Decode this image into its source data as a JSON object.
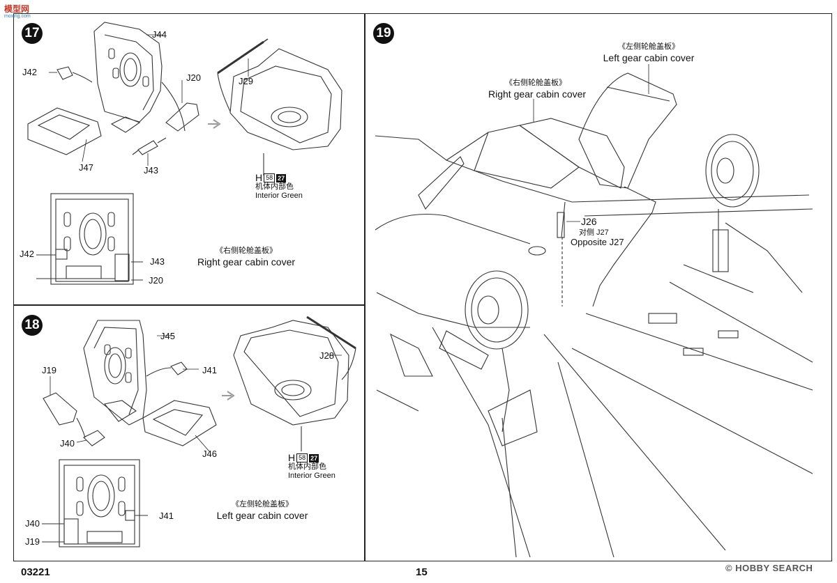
{
  "header": {
    "logo_text": "模型网",
    "logo_sub": "moxing.com"
  },
  "steps": [
    {
      "number": "17",
      "labels": {
        "j44": "J44",
        "j42": "J42",
        "j20": "J20",
        "j29": "J29",
        "j47": "J47",
        "j43": "J43",
        "j42b": "J42",
        "j43b": "J43",
        "j20b": "J20"
      },
      "paint": {
        "h": "H",
        "box": "58",
        "boxd": "27",
        "zh": "机体内部色",
        "en": "Interior Green"
      },
      "caption": {
        "zh": "《右侧轮舱盖板》",
        "en": "Right gear cabin cover"
      }
    },
    {
      "number": "18",
      "labels": {
        "j45": "J45",
        "j41": "J41",
        "j19": "J19",
        "j28": "J28",
        "j40": "J40",
        "j46": "J46",
        "j40b": "J40",
        "j19b": "J19",
        "j41b": "J41"
      },
      "paint": {
        "h": "H",
        "box": "58",
        "boxd": "27",
        "zh": "机体内部色",
        "en": "Interior Green"
      },
      "caption": {
        "zh": "《左侧轮舱盖板》",
        "en": "Left gear cabin cover"
      }
    },
    {
      "number": "19",
      "callouts": {
        "left_zh": "《左侧轮舱盖板》",
        "left_en": "Left gear cabin cover",
        "right_zh": "《右侧轮舱盖板》",
        "right_en": "Right gear cabin cover",
        "j26": "J26",
        "opp_zh": "对侧 J27",
        "opp_en": "Opposite J27"
      }
    }
  ],
  "footer": {
    "code": "03221",
    "page": "15",
    "watermark": "© HOBBY SEARCH"
  }
}
